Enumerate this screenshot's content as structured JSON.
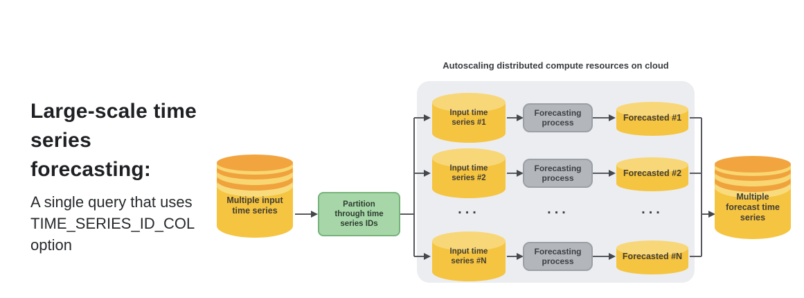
{
  "intro": {
    "heading_lines": [
      "Large-scale time",
      "series",
      "forecasting:"
    ],
    "body_lines": [
      "A single query that uses",
      "TIME_SERIES_ID_COL",
      "option"
    ]
  },
  "input_db": {
    "lines": [
      "Multiple input",
      "time series"
    ]
  },
  "partition": {
    "lines": [
      "Partition",
      "through time",
      "series IDs"
    ]
  },
  "cluster": {
    "title": "Autoscaling distributed compute resources on cloud",
    "ellipsis": "...",
    "rows": [
      {
        "input_lines": [
          "Input time",
          "series #1"
        ],
        "process_lines": [
          "Forecasting",
          "process"
        ],
        "forecast_label": "Forecasted #1"
      },
      {
        "input_lines": [
          "Input time",
          "series #2"
        ],
        "process_lines": [
          "Forecasting",
          "process"
        ],
        "forecast_label": "Forecasted #2"
      },
      {
        "input_lines": [
          "Input time",
          "series #N"
        ],
        "process_lines": [
          "Forecasting",
          "process"
        ],
        "forecast_label": "Forecasted #N"
      }
    ]
  },
  "output_db": {
    "lines": [
      "Multiple",
      "forecast time",
      "series"
    ]
  },
  "colors": {
    "cylinder_body": "#F5C440",
    "cylinder_top": "#F8D778",
    "cylinder_band_orange": "#F0A23C",
    "cylinder_band_light": "#F8D671",
    "partition_fill": "#A7D7A9",
    "partition_border": "#76B27A",
    "process_fill": "#B3B6BB",
    "process_border": "#9BA0A6",
    "panel_fill": "#ECEDF0",
    "wire": "#55585C",
    "text_dark": "#202124"
  }
}
